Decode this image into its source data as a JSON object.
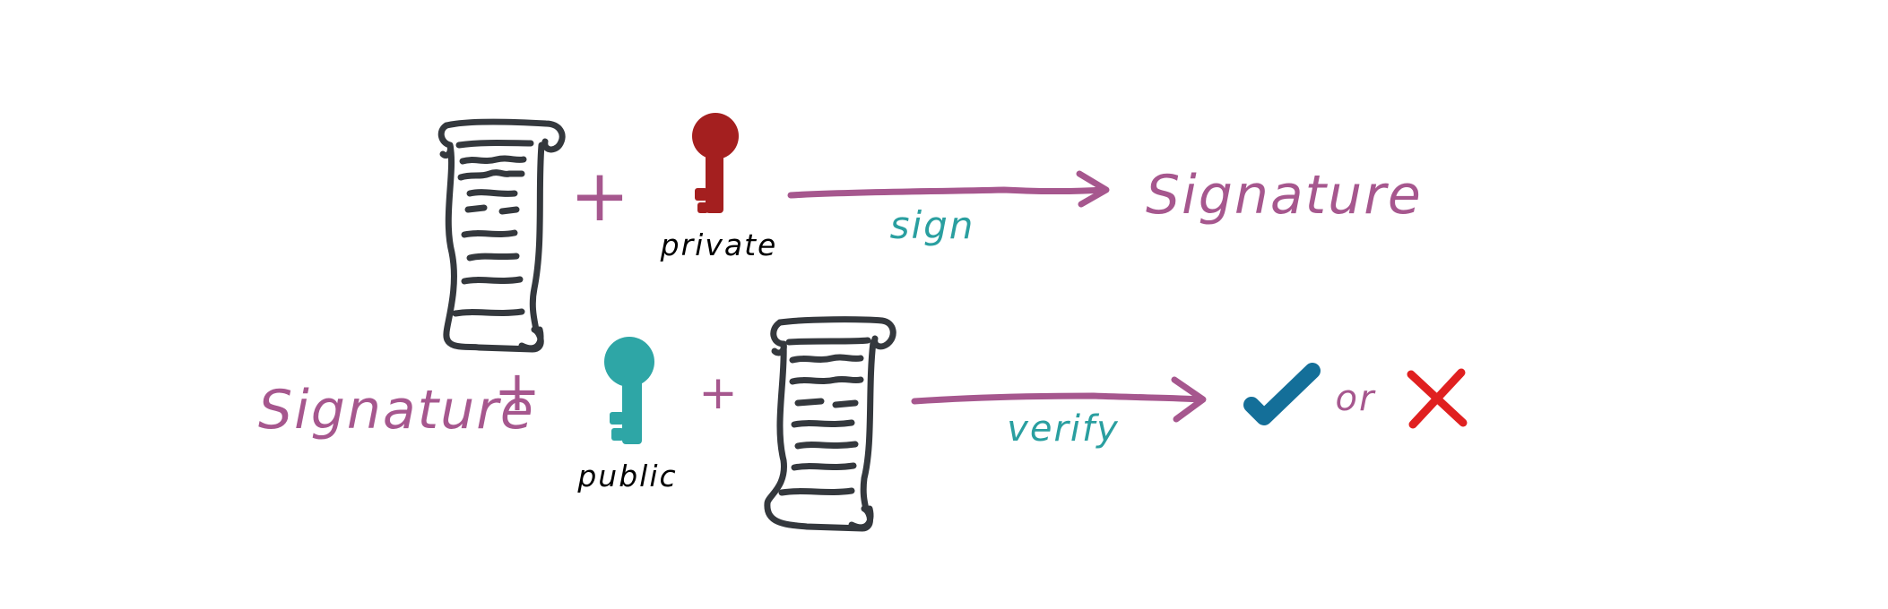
{
  "colors": {
    "purple": "#a6578e",
    "teal": "#2a9fa0",
    "private_key": "#a41f1f",
    "public_key": "#2ea6a6",
    "scroll_stroke": "#34383d",
    "check": "#146f99",
    "cross": "#e02020"
  },
  "row_sign": {
    "plus": "+",
    "key_label": "private",
    "arrow_label": "sign",
    "result": "Signature"
  },
  "row_verify": {
    "input": "Signature",
    "plus_1": "+",
    "key_label": "public",
    "plus_2": "+",
    "arrow_label": "verify",
    "or": "or"
  },
  "icons": [
    "scroll-icon",
    "private-key-icon",
    "public-key-icon",
    "checkmark-icon",
    "cross-icon"
  ]
}
